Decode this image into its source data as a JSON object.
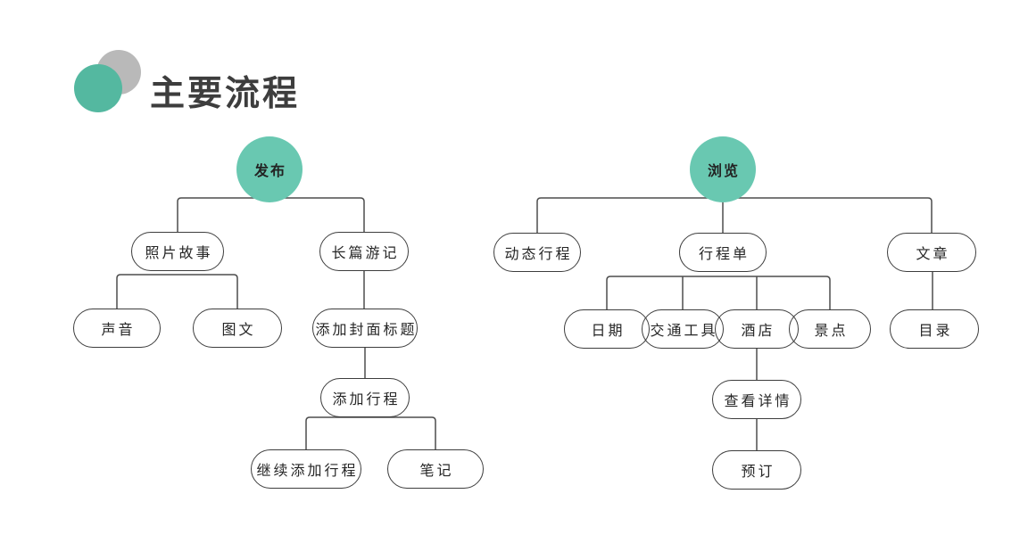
{
  "title": "主要流程",
  "colors": {
    "accent_teal": "#69C8B1",
    "header_teal": "#54B8A0",
    "header_gray": "#B9B9B9",
    "line": "#4D4D4D",
    "node_border": "#3D3D3D",
    "node_text": "#262626",
    "title_text": "#3D3D3D"
  },
  "nodes": {
    "publish": "发布",
    "photo_story": "照片故事",
    "sound": "声音",
    "image_text": "图文",
    "long_travelogue": "长篇游记",
    "add_cover_title": "添加封面标题",
    "add_itinerary": "添加行程",
    "continue_add_itinerary": "继续添加行程",
    "notes": "笔记",
    "browse": "浏览",
    "dynamic_itinerary": "动态行程",
    "itinerary_list": "行程单",
    "date": "日期",
    "transport": "交通工具",
    "hotel": "酒店",
    "attractions": "景点",
    "article": "文章",
    "directory": "目录",
    "view_details": "查看详情",
    "booking": "预订"
  },
  "edges": [
    [
      "publish",
      "photo_story"
    ],
    [
      "publish",
      "long_travelogue"
    ],
    [
      "photo_story",
      "sound"
    ],
    [
      "photo_story",
      "image_text"
    ],
    [
      "long_travelogue",
      "add_cover_title"
    ],
    [
      "add_cover_title",
      "add_itinerary"
    ],
    [
      "add_itinerary",
      "continue_add_itinerary"
    ],
    [
      "add_itinerary",
      "notes"
    ],
    [
      "browse",
      "dynamic_itinerary"
    ],
    [
      "browse",
      "itinerary_list"
    ],
    [
      "browse",
      "article"
    ],
    [
      "itinerary_list",
      "date"
    ],
    [
      "itinerary_list",
      "transport"
    ],
    [
      "itinerary_list",
      "hotel"
    ],
    [
      "itinerary_list",
      "attractions"
    ],
    [
      "hotel",
      "view_details"
    ],
    [
      "view_details",
      "booking"
    ],
    [
      "article",
      "directory"
    ]
  ]
}
